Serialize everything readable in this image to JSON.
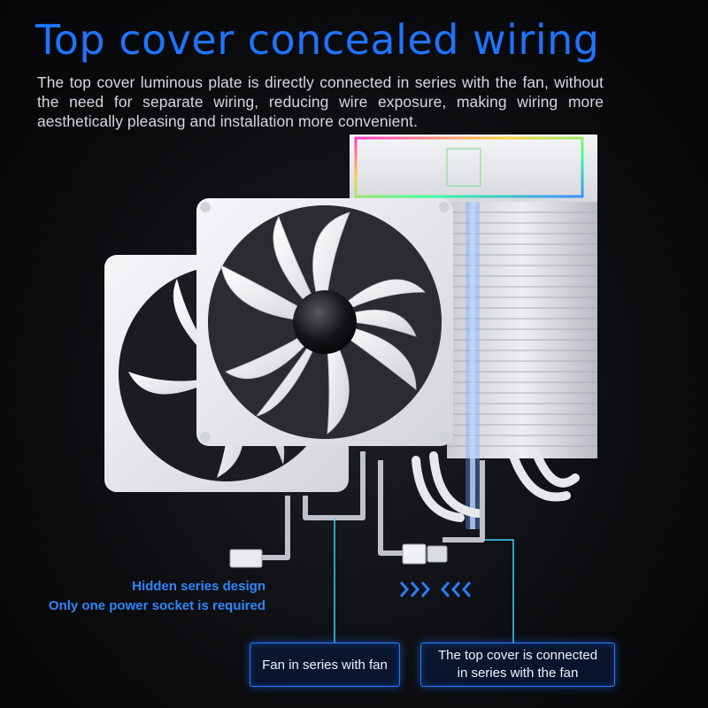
{
  "title": "Top cover concealed wiring",
  "description": "The top cover luminous plate is directly connected in series with the fan, without the need for separate wiring, reducing wire exposure, making wiring more aesthetically pleasing and installation more convenient.",
  "notes": {
    "line1": "Hidden series design",
    "line2": "Only one power socket is required"
  },
  "callouts": {
    "fan_series": "Fan in series with fan",
    "top_cover_line1": "The top cover is connected",
    "top_cover_line2": "in series with the fan"
  },
  "colors": {
    "accent_blue": "#1f74ff",
    "note_blue": "#2f86ff",
    "background": "#0b0c0e"
  }
}
